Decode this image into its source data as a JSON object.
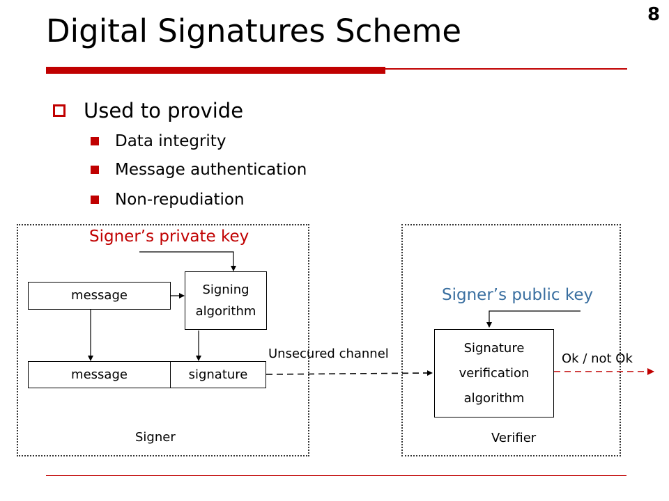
{
  "slide": {
    "number": "8",
    "title": "Digital Signatures Scheme"
  },
  "bullets": {
    "heading": "Used to provide",
    "items": [
      "Data integrity",
      "Message authentication",
      "Non-repudiation"
    ]
  },
  "diagram": {
    "signer_key": "Signer’s private key",
    "verifier_key": "Signer’s public key",
    "message_top": "message",
    "signing_algorithm": [
      "Signing",
      "algorithm"
    ],
    "message_bottom": "message",
    "signature": "signature",
    "channel": "Unsecured channel",
    "verification_algorithm": [
      "Signature",
      "verification",
      "algorithm"
    ],
    "result": "Ok / not Ok",
    "signer_label": "Signer",
    "verifier_label": "Verifier"
  },
  "colors": {
    "accent": "#c00000",
    "public_key": "#3a6fa0"
  }
}
